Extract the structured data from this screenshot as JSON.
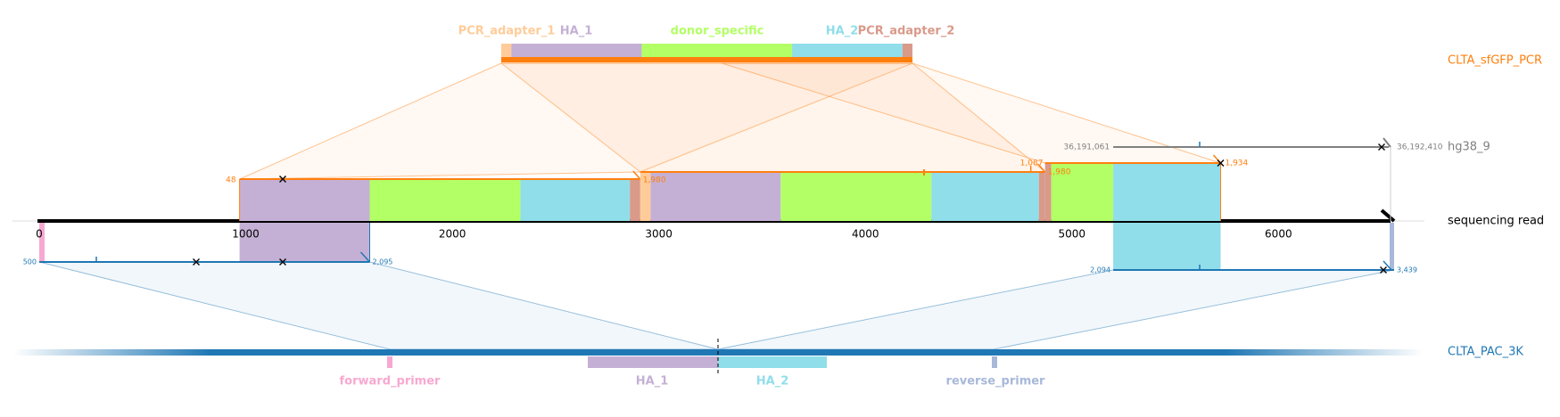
{
  "targets": {
    "adapter": {
      "name": "CLTA_sfGFP_PCR",
      "color": "#ff7f0e"
    },
    "genome": {
      "name": "hg38_9",
      "color": "#808080"
    },
    "read": {
      "name": "sequencing read",
      "color": "#000000"
    },
    "plasmid": {
      "name": "CLTA_PAC_3K",
      "color": "#1f77b4"
    }
  },
  "axis": {
    "read_length": 6560,
    "ticks": [
      {
        "value": 0,
        "label": "0"
      },
      {
        "value": 1000,
        "label": "1000"
      },
      {
        "value": 2000,
        "label": "2000"
      },
      {
        "value": 3000,
        "label": "3000"
      },
      {
        "value": 4000,
        "label": "4000"
      },
      {
        "value": 5000,
        "label": "5000"
      },
      {
        "value": 6000,
        "label": "6000"
      }
    ]
  },
  "feature_colors": {
    "PCR_adapter_1": "#ffcc99",
    "HA_1": "#c5b0d5",
    "donor_specific": "#b3ff66",
    "HA_2": "#8fdeea",
    "PCR_adapter_2": "#d99a8a",
    "forward_primer": "#f7a8d0",
    "reverse_primer": "#a8b8da"
  },
  "adapter_features": [
    {
      "name": "PCR_adapter_1",
      "label": "PCR_adapter_1",
      "start": 0,
      "end": 1
    },
    {
      "name": "HA_1",
      "label": "HA_1",
      "start": 1,
      "end": 14
    },
    {
      "name": "donor_specific",
      "label": "donor_specific",
      "start": 14,
      "end": 29
    },
    {
      "name": "HA_2",
      "label": "HA_2",
      "start": 29,
      "end": 40
    },
    {
      "name": "PCR_adapter_2",
      "label": "PCR_adapter_2",
      "start": 40,
      "end": 41
    }
  ],
  "plasmid_features": [
    {
      "name": "forward_primer",
      "label": "forward_primer"
    },
    {
      "name": "HA_1",
      "label": "HA_1"
    },
    {
      "name": "HA_2",
      "label": "HA_2"
    },
    {
      "name": "reverse_primer",
      "label": "reverse_primer"
    }
  ],
  "alignments": [
    {
      "id": "adapter-alignment-1",
      "target": "adapter",
      "read_start": 970,
      "read_end": 2910,
      "start_label": "48",
      "end_label": "1,980",
      "segments": [
        {
          "feature": "HA_1",
          "start": 970,
          "end": 1600
        },
        {
          "feature": "donor_specific",
          "start": 1600,
          "end": 2330
        },
        {
          "feature": "HA_2",
          "start": 2330,
          "end": 2860
        },
        {
          "feature": "PCR_adapter_2",
          "start": 2860,
          "end": 2910
        }
      ]
    },
    {
      "id": "adapter-alignment-2",
      "target": "adapter",
      "read_start": 2910,
      "read_end": 4870,
      "start_label": "1,980",
      "end_label": "1,980",
      "extra_label": "1,087",
      "segments": [
        {
          "feature": "PCR_adapter_1",
          "start": 2910,
          "end": 2960
        },
        {
          "feature": "HA_1",
          "start": 2960,
          "end": 3590
        },
        {
          "feature": "donor_specific",
          "start": 3590,
          "end": 4320
        },
        {
          "feature": "HA_2",
          "start": 4320,
          "end": 4840
        },
        {
          "feature": "PCR_adapter_2",
          "start": 4840,
          "end": 4870
        }
      ]
    },
    {
      "id": "adapter-alignment-3",
      "target": "adapter",
      "read_start": 4870,
      "read_end": 5720,
      "end_label": "1,934",
      "segments": [
        {
          "feature": "PCR_adapter_2",
          "start": 4870,
          "end": 4900
        },
        {
          "feature": "donor_specific",
          "start": 4900,
          "end": 5200
        },
        {
          "feature": "HA_2",
          "start": 5200,
          "end": 5720
        }
      ]
    },
    {
      "id": "genome-alignment",
      "target": "genome",
      "read_start": 5200,
      "read_end": 6560,
      "start_label": "36,191,061",
      "end_label": "36,192,410"
    },
    {
      "id": "plasmid-alignment-1",
      "target": "plasmid",
      "read_start": 0,
      "read_end": 1600,
      "start_label": "500",
      "end_label": "2,095",
      "segments": [
        {
          "feature": "forward_primer",
          "start": 0,
          "end": 30
        },
        {
          "feature": "HA_1",
          "start": 970,
          "end": 1600
        }
      ]
    },
    {
      "id": "plasmid-alignment-2",
      "target": "plasmid",
      "read_start": 5200,
      "read_end": 6560,
      "start_label": "2,094",
      "end_label": "3,439",
      "segments": [
        {
          "feature": "HA_2",
          "start": 5200,
          "end": 5720
        },
        {
          "feature": "reverse_primer",
          "start": 6530,
          "end": 6560
        }
      ]
    }
  ]
}
